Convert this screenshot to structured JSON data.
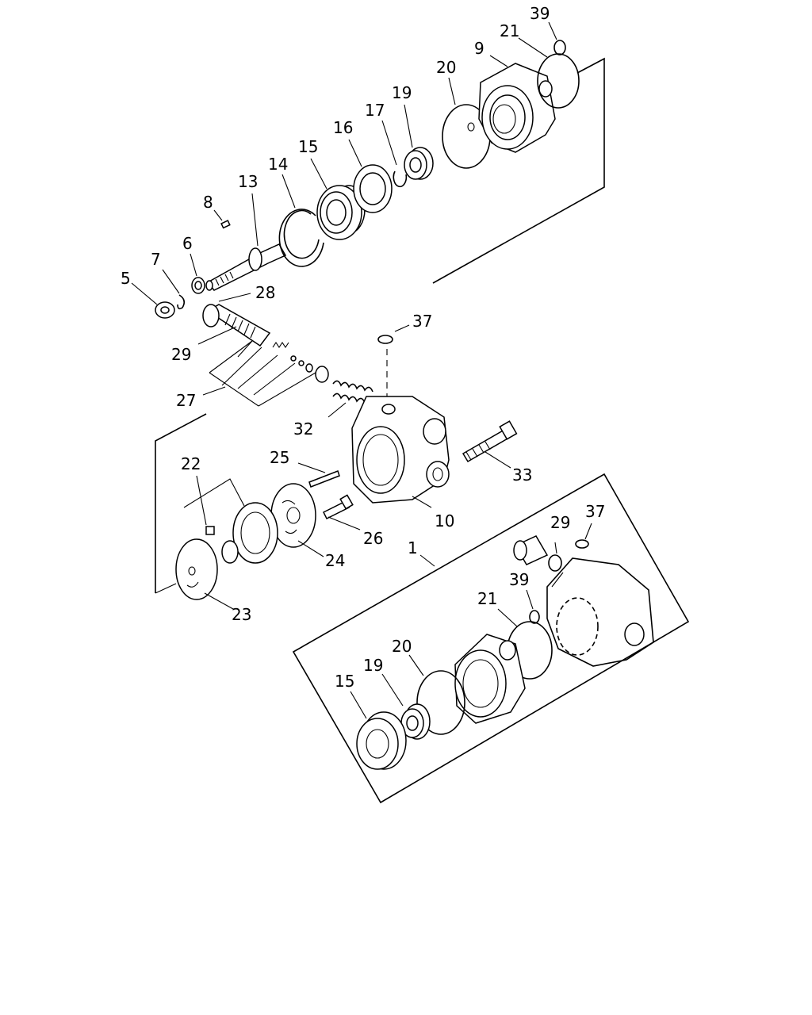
{
  "diagram": {
    "callouts": {
      "c5": "5",
      "c7": "7",
      "c6": "6",
      "c8": "8",
      "c13": "13",
      "c14": "14",
      "c15": "15",
      "c16": "16",
      "c17": "17",
      "c19": "19",
      "c20": "20",
      "c9": "9",
      "c21": "21",
      "c39": "39",
      "c28": "28",
      "c37": "37",
      "c29": "29",
      "c27": "27",
      "c32": "32",
      "c33": "33",
      "c25": "25",
      "c22": "22",
      "c10": "10",
      "c26": "26",
      "c24": "24",
      "c23": "23",
      "c1": "1",
      "k29": "29",
      "k37": "37",
      "k39": "39",
      "k21": "21",
      "k20": "20",
      "k19": "19",
      "k15": "15"
    }
  }
}
